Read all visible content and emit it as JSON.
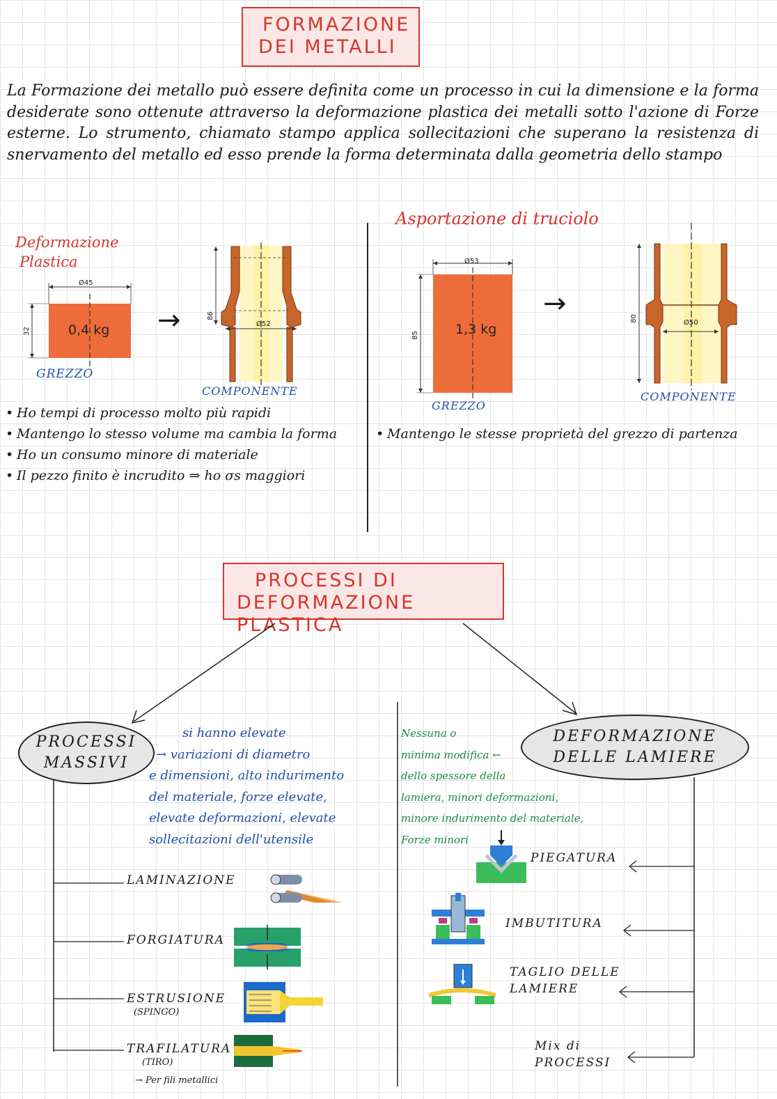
{
  "title": {
    "line1": "FORMAZIONE",
    "line2": "DEI METALLI"
  },
  "intro": "La Formazione dei metallo può essere definita come un processo in cui la dimensione e la forma desiderate sono ottenute attraverso la deformazione plastica dei metalli sotto l'azione di Forze esterne. Lo strumento, chiamato stampo applica sollecitazioni che superano la resistenza di snervamento del metallo ed esso prende la forma determinata dalla geometria dello stampo",
  "left_section": {
    "heading_line1": "Deformazione",
    "heading_line2": "Plastica",
    "raw": {
      "mass": "0,4 kg",
      "diameter": "Ø45",
      "height": "32",
      "label": "GREZZO"
    },
    "component": {
      "diameter": "Ø52",
      "height": "86",
      "label": "COMPONENTE"
    },
    "arrow": "→",
    "bullets": [
      "Ho tempi di processo molto più rapidi",
      "Mantengo lo stesso volume ma cambia la forma",
      "Ho un consumo minore di materiale",
      "Il pezzo finito è incrudito ⇒ ho σs maggiori"
    ]
  },
  "right_section": {
    "heading": "Asportazione di truciolo",
    "raw": {
      "mass": "1,3 kg",
      "diameter": "Ø53",
      "height": "85",
      "label": "GREZZO"
    },
    "component": {
      "diameter": "Ø50",
      "height": "80",
      "label": "COMPONENTE"
    },
    "arrow": "→",
    "bullets": [
      "Mantengo le stesse proprietà del grezzo di partenza"
    ]
  },
  "processes_title": {
    "line1": "PROCESSI DI",
    "line2": "DEFORMAZIONE PLASTICA"
  },
  "massive": {
    "line1": "PROCESSI",
    "line2": "MASSIVI",
    "note_lines": [
      "si hanno elevate",
      "→ variazioni di diametro",
      "e dimensioni, alto indurimento",
      "del materiale, forze elevate,",
      "elevate deformazioni, elevate",
      "sollecitazioni dell'utensile"
    ],
    "items": [
      {
        "label": "LAMINAZIONE",
        "sub": ""
      },
      {
        "label": "FORGIATURA",
        "sub": ""
      },
      {
        "label": "ESTRUSIONE",
        "sub": "(SPINGO)"
      },
      {
        "label": "TRAFILATURA",
        "sub": "(TIRO)"
      }
    ],
    "extra": "→ Per fili metallici"
  },
  "sheets": {
    "line1": "DEFORMAZIONE",
    "line2": "DELLE LAMIERE",
    "note_lines": [
      "Nessuna o",
      "minima modifica ←",
      "dello spessore della",
      "lamiera, minori deformazioni,",
      "minore indurimento del materiale,",
      "Forze minori"
    ],
    "items": [
      {
        "label": "PIEGATURA"
      },
      {
        "label": "IMBUTITURA"
      },
      {
        "label": "TAGLIO DELLE LAMIERE"
      },
      {
        "label": "Mix di PROCESSI"
      }
    ]
  }
}
